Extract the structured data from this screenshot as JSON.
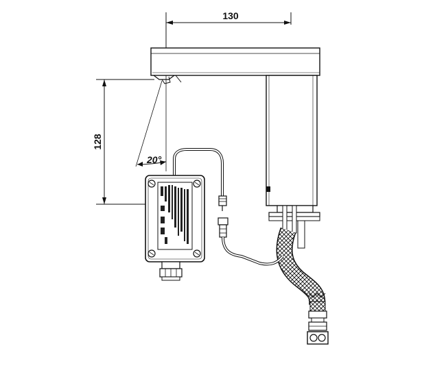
{
  "dimensions": {
    "width_label": "130",
    "height_label": "128",
    "angle_label": "20°"
  }
}
